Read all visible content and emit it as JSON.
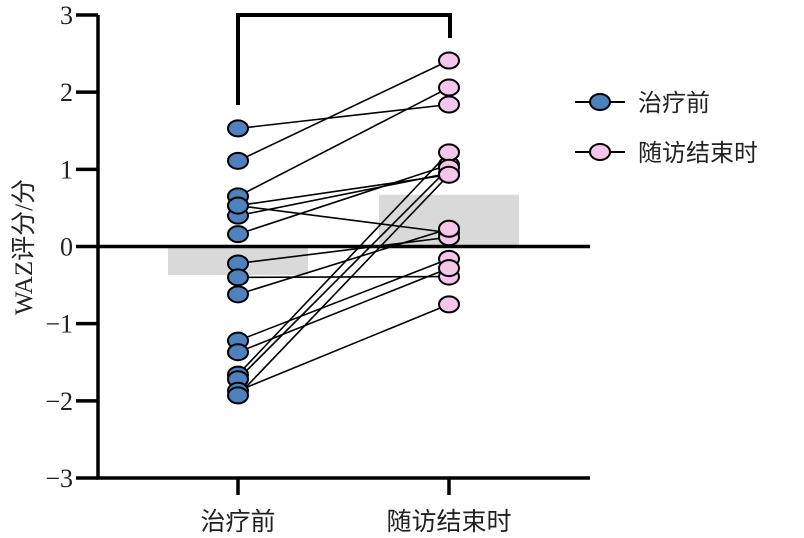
{
  "chart_data": {
    "type": "scatter",
    "subtype": "paired-before-after",
    "title": "",
    "xlabel": "",
    "ylabel": "WAZ评分/分",
    "ylim": [
      -3,
      3
    ],
    "yticks": [
      3,
      2,
      1,
      0,
      -1,
      -2,
      -3
    ],
    "ytick_labels": [
      "3",
      "2",
      "1",
      "0",
      "−1",
      "−2",
      "−3"
    ],
    "categories": [
      "治疗前",
      "随访结束时"
    ],
    "grid": false,
    "reference_line": 0,
    "legend_position": "right",
    "series": [
      {
        "name": "治疗前",
        "color": "#4f81bd",
        "values": [
          1.53,
          1.11,
          0.65,
          0.53,
          0.4,
          0.53,
          0.16,
          -0.22,
          -0.4,
          -0.62,
          -1.22,
          -1.37,
          -1.66,
          -1.72,
          -1.87,
          -1.93
        ]
      },
      {
        "name": "随访结束时",
        "color": "#f4c6ea",
        "values": [
          1.84,
          2.41,
          2.06,
          0.93,
          0.95,
          0.18,
          1.06,
          0.12,
          -0.39,
          0.23,
          -0.16,
          -0.28,
          1.22,
          1.02,
          -0.75,
          0.93
        ]
      }
    ],
    "mean_bars": [
      {
        "category": "治疗前",
        "value": -0.37,
        "color": "#d9d9d9"
      },
      {
        "category": "随访结束时",
        "value": 0.67,
        "color": "#d9d9d9"
      }
    ],
    "significance_bracket": {
      "from": "治疗前",
      "to": "随访结束时",
      "label": ""
    }
  }
}
